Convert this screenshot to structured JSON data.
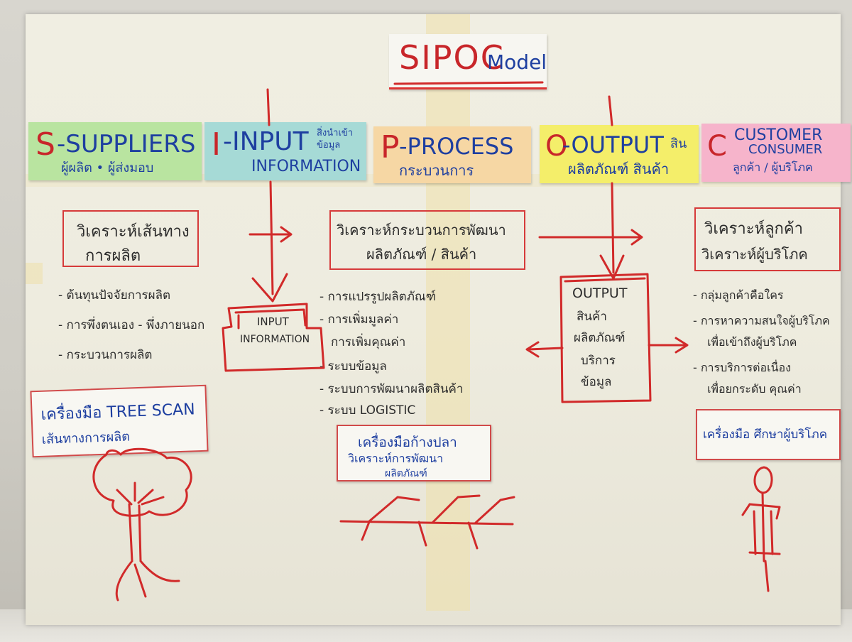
{
  "title": {
    "main": "SIPOC",
    "model": "Model"
  },
  "columns": [
    {
      "letter": "S",
      "head": "-SUPPLIERS",
      "sub": "ผู้ผลิต • ผู้ส่งมอบ",
      "color": "#b9e4a0"
    },
    {
      "letter": "I",
      "head": "-INPUT",
      "note": "สิ่งนำเข้า ข้อมูล",
      "sub": "INFORMATION",
      "color": "#a6dad6"
    },
    {
      "letter": "P",
      "head": "-PROCESS",
      "sub": "กระบวนการ",
      "color": "#f6d7a4"
    },
    {
      "letter": "O",
      "head": "-OUTPUT",
      "note": "สิน",
      "sub": "ผลิตภัณฑ์ สินค้า",
      "color": "#f4ee6a"
    },
    {
      "letter": "C",
      "head": "CUSTOMER",
      "head2": "CONSUMER",
      "sub": "ลูกค้า / ผู้บริโภค",
      "color": "#f6b4cb"
    }
  ],
  "analysis": {
    "supplier": [
      "วิเคราะห์เส้นทาง",
      "การผลิต"
    ],
    "process": [
      "วิเคราะห์กระบวนการพัฒนา",
      "ผลิตภัณฑ์ / สินค้า"
    ],
    "customer": [
      "วิเคราะห์ลูกค้า",
      "วิเคราะห์ผู้บริโภค"
    ]
  },
  "lists": {
    "supplier": [
      "- ต้นทุนปัจจัยการผลิต",
      "- การพึ่งตนเอง - พึ่งภายนอก",
      "- กระบวนการผลิต"
    ],
    "process": [
      "- การแปรรูปผลิตภัณฑ์",
      "- การเพิ่มมูลค่า",
      "การเพิ่มคุณค่า",
      "- ระบบข้อมูล",
      "- ระบบการพัฒนาผลิตสินค้า",
      "- ระบบ LOGISTIC"
    ],
    "customer": [
      "- กลุ่มลูกค้าคือใคร",
      "- การหาความสนใจผู้บริโภค",
      "เพื่อเข้าถึงผู้บริโภค",
      "- การบริการต่อเนื่อง",
      "เพื่อยกระดับ คุณค่า"
    ]
  },
  "input_box": {
    "line1": "INPUT",
    "line2": "INFORMATION"
  },
  "output_box": [
    "OUTPUT",
    "สินค้า",
    "ผลิตภัณฑ์",
    "บริการ",
    "ข้อมูล"
  ],
  "tools": {
    "supplier": [
      "เครื่องมือ TREE SCAN",
      "เส้นทางการผลิต"
    ],
    "process": [
      "เครื่องมือก้างปลา",
      "วิเคราะห์การพัฒนา",
      "ผลิตภัณฑ์"
    ],
    "customer": [
      "เครื่องมือ ศึกษาผู้บริโภค"
    ]
  },
  "colors": {
    "ink_red": "#c8262a",
    "ink_blue": "#1e3fa0",
    "ink_black": "#2c2c2c"
  }
}
